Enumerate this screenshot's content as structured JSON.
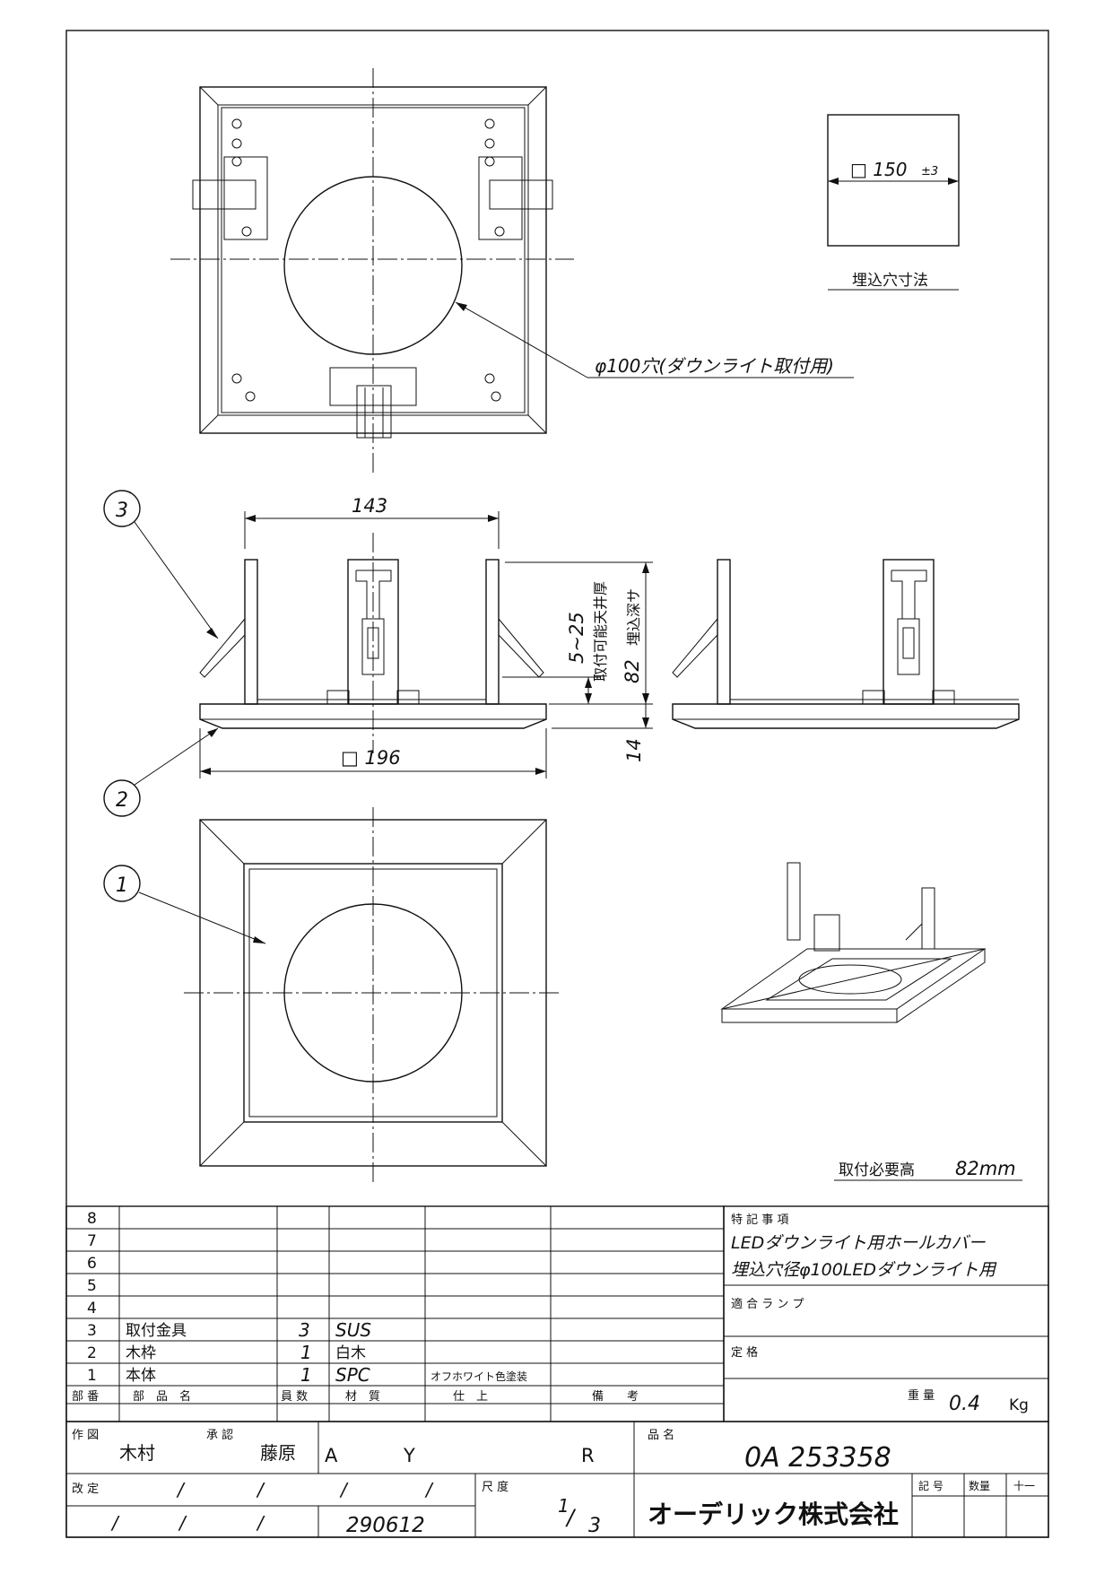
{
  "hole_dimension": {
    "value": "□ 150",
    "tolerance": "±3",
    "caption": "埋込穴寸法"
  },
  "hole_note": "φ100穴(ダウンライト取付用)",
  "dimensions": {
    "width_top": "143",
    "outer": "□ 196",
    "ceiling_thickness": "5~25",
    "ceiling_label": "取付可能天井厚",
    "depth_value": "82",
    "depth_label": "埋込深サ",
    "frame_height": "14"
  },
  "callouts": [
    "3",
    "2",
    "1"
  ],
  "required_height": {
    "label": "取付必要高",
    "value": "82mm"
  },
  "parts_table": {
    "rows": [
      {
        "no": "8",
        "name": "",
        "qty": "",
        "material": "",
        "finish": "",
        "note": ""
      },
      {
        "no": "7",
        "name": "",
        "qty": "",
        "material": "",
        "finish": "",
        "note": ""
      },
      {
        "no": "6",
        "name": "",
        "qty": "",
        "material": "",
        "finish": "",
        "note": ""
      },
      {
        "no": "5",
        "name": "",
        "qty": "",
        "material": "",
        "finish": "",
        "note": ""
      },
      {
        "no": "4",
        "name": "",
        "qty": "",
        "material": "",
        "finish": "",
        "note": ""
      },
      {
        "no": "3",
        "name": "取付金具",
        "qty": "3",
        "material": "SUS",
        "finish": "",
        "note": ""
      },
      {
        "no": "2",
        "name": "木枠",
        "qty": "1",
        "material": "白木",
        "finish": "",
        "note": ""
      },
      {
        "no": "1",
        "name": "本体",
        "qty": "1",
        "material": "SPC",
        "finish": "オフホワイト色塗装",
        "note": ""
      }
    ],
    "headers": [
      "部 番",
      "部　品　名",
      "員 数",
      "材　質",
      "仕　上",
      "備　　考"
    ]
  },
  "notes": {
    "title": "特 記 事 項",
    "line1": "LEDダウンライト用ホールカバー",
    "line2": "埋込穴径φ100LEDダウンライト用",
    "lamp_label": "適 合 ラ ン プ",
    "rating_label": "定 格",
    "weight_label": "重 量",
    "weight_value": "0.4",
    "weight_unit": "Kg"
  },
  "title_block": {
    "drawn_label": "作 図",
    "drawn_by": "木村",
    "approved_label": "承 認",
    "approved_by": "藤原",
    "rev_a": "A",
    "rev_y": "Y",
    "rev_r": "R",
    "product_label": "品 名",
    "product_code": "0A 253358",
    "revision_label": "改 定",
    "date": "290612",
    "scale_label": "尺 度",
    "scale_num": "1",
    "scale_den": "3",
    "company": "オーデリック株式会社",
    "symbol_label": "記 号",
    "qty_label": "数量",
    "extra_label": "十一"
  }
}
